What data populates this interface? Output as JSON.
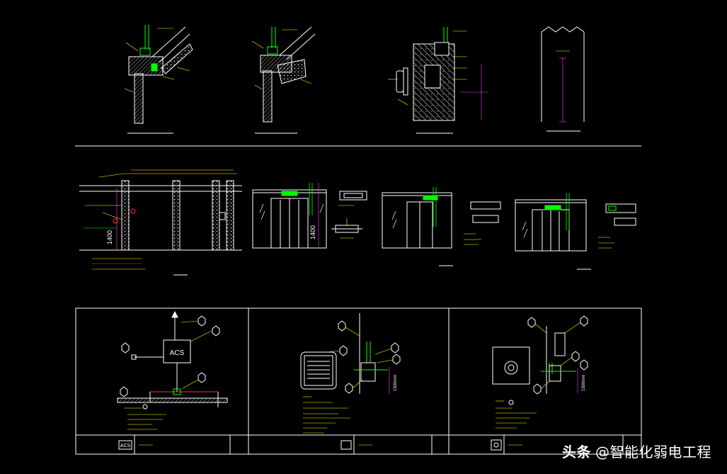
{
  "drawing": {
    "row1_details": [
      {
        "id": "detail-1"
      },
      {
        "id": "detail-2"
      },
      {
        "id": "detail-3"
      },
      {
        "id": "detail-4"
      }
    ],
    "row2_details": [
      {
        "id": "elevation-wall"
      },
      {
        "id": "double-door-1",
        "dim_text": "1400"
      },
      {
        "id": "single-door"
      },
      {
        "id": "double-door-2"
      }
    ],
    "bottom_panels": {
      "panel_1": {
        "device_label": "ACS",
        "title_badge": "ACS"
      },
      "panel_2": {
        "dim_text": "1500mm"
      },
      "panel_3": {
        "dim_text": "1500mm"
      }
    },
    "elevation": {
      "dim_text": "1400"
    }
  },
  "watermark": {
    "brand": "头条",
    "handle": "@智能化弱电工程"
  },
  "colors": {
    "background": "#000000",
    "line_white": "#ffffff",
    "accent_yellow": "#ffff00",
    "accent_green": "#00ff00",
    "accent_cyan": "#00ffff",
    "accent_red": "#ff3030",
    "accent_magenta": "#ff40ff"
  }
}
